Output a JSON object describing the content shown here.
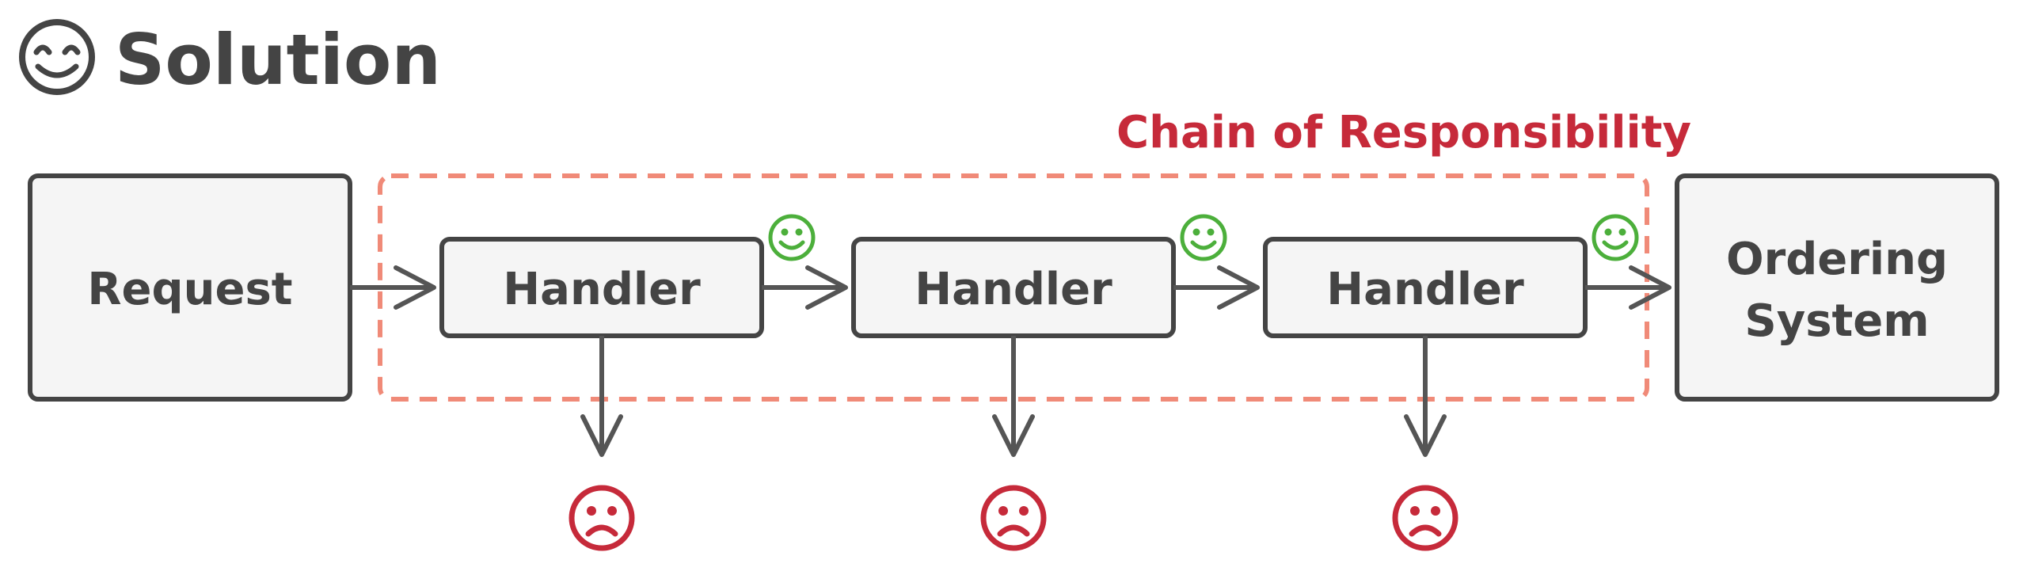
{
  "title": {
    "text": "Solution",
    "icon": "smiling-face-icon"
  },
  "chain": {
    "label": "Chain of Responsibility",
    "border_color": "#f08a78",
    "label_color": "#c62a3a"
  },
  "request": {
    "label": "Request"
  },
  "handlers": [
    {
      "label": "Handler",
      "pass_icon": "happy-face-icon",
      "fail_icon": "sad-face-icon"
    },
    {
      "label": "Handler",
      "pass_icon": "happy-face-icon",
      "fail_icon": "sad-face-icon"
    },
    {
      "label": "Handler",
      "pass_icon": "happy-face-icon",
      "fail_icon": "sad-face-icon"
    }
  ],
  "ordering_system": {
    "line1": "Ordering",
    "line2": "System"
  },
  "colors": {
    "box_fill": "#f5f5f5",
    "box_stroke": "#444444",
    "arrow": "#555555",
    "happy": "#4caf3b",
    "sad": "#c62a3a",
    "title_icon": "#444444"
  }
}
